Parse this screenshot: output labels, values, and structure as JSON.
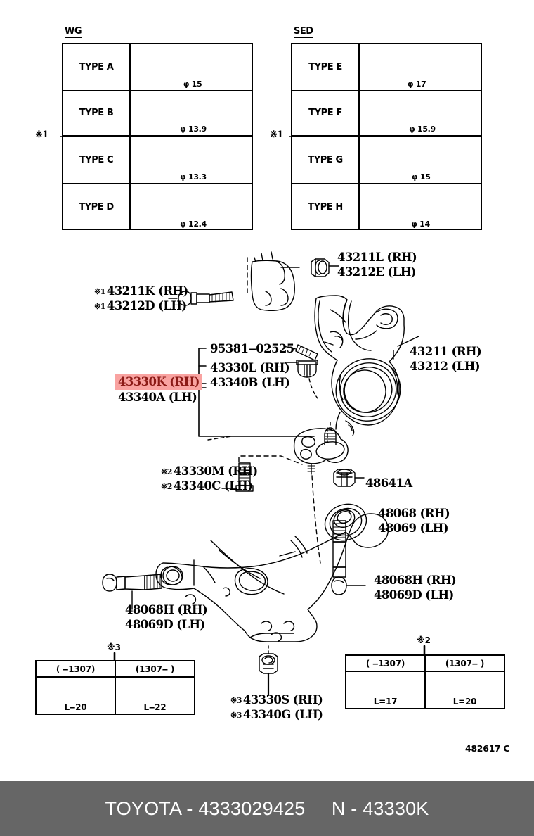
{
  "document": {
    "drawing_number": "482617 C",
    "footer": {
      "brand": "TOYOTA",
      "separator": "-",
      "part_number": "4333029425",
      "suffix_prefix": "N -",
      "suffix_code": "43330K",
      "full_text": "TOYOTA - 4333029425    N - 43330K",
      "background_color": "#666666",
      "text_color": "#ffffff"
    }
  },
  "tables": {
    "wg": {
      "title": "WG",
      "note_marker": "※1",
      "rows": [
        {
          "type": "TYPE A",
          "dimension": "φ 15"
        },
        {
          "type": "TYPE B",
          "dimension": "φ 13.9"
        },
        {
          "type": "TYPE C",
          "dimension": "φ 13.3"
        },
        {
          "type": "TYPE D",
          "dimension": "φ 12.4"
        }
      ]
    },
    "sed": {
      "title": "SED",
      "note_marker": "※1",
      "rows": [
        {
          "type": "TYPE E",
          "dimension": "φ 17"
        },
        {
          "type": "TYPE F",
          "dimension": "φ 15.9"
        },
        {
          "type": "TYPE G",
          "dimension": "φ 15"
        },
        {
          "type": "TYPE H",
          "dimension": "φ 14"
        }
      ]
    }
  },
  "callouts": {
    "c_43211k": {
      "line1_star": "※1",
      "line1": "43211K (RH)",
      "line2_star": "※1",
      "line2": "43212D (LH)"
    },
    "c_43211l": {
      "line1": "43211L (RH)",
      "line2": "43212E (LH)"
    },
    "c_95381": {
      "line1": "95381‒02525"
    },
    "c_43330l": {
      "line1": "43330L (RH)",
      "line2": "43340B (LH)"
    },
    "c_43330k": {
      "line1": "43330K (RH)",
      "line2": "43340A (LH)",
      "highlight_bg": "#f9a3a1",
      "highlight_fg": "#8c1a16"
    },
    "c_43211": {
      "line1": "43211 (RH)",
      "line2": "43212 (LH)"
    },
    "c_43330m": {
      "line1_star": "※2",
      "line1": "43330M (RH)",
      "line2_star": "※2",
      "line2": "43340C (LH)"
    },
    "c_48641a": {
      "line1": "48641A"
    },
    "c_48068": {
      "line1": "48068 (RH)",
      "line2": "48069 (LH)"
    },
    "c_48068h_right": {
      "line1": "48068H (RH)",
      "line2": "48069D (LH)"
    },
    "c_48068h_left": {
      "line1": "48068H (RH)",
      "line2": "48069D (LH)"
    },
    "c_43330s": {
      "line1_star": "※3",
      "line1": "43330S (RH)",
      "line2_star": "※3",
      "line2": "43340G (LH)"
    }
  },
  "note_tables": {
    "note3": {
      "marker": "※3",
      "columns": [
        {
          "header": "(      ‒1307)",
          "length": "L‒20"
        },
        {
          "header": "(1307‒      )",
          "length": "L‒22"
        }
      ]
    },
    "note2": {
      "marker": "※2",
      "columns": [
        {
          "header": "(      ‒1307)",
          "length": "L=17"
        },
        {
          "header": "(1307‒      )",
          "length": "L=20"
        }
      ]
    }
  }
}
